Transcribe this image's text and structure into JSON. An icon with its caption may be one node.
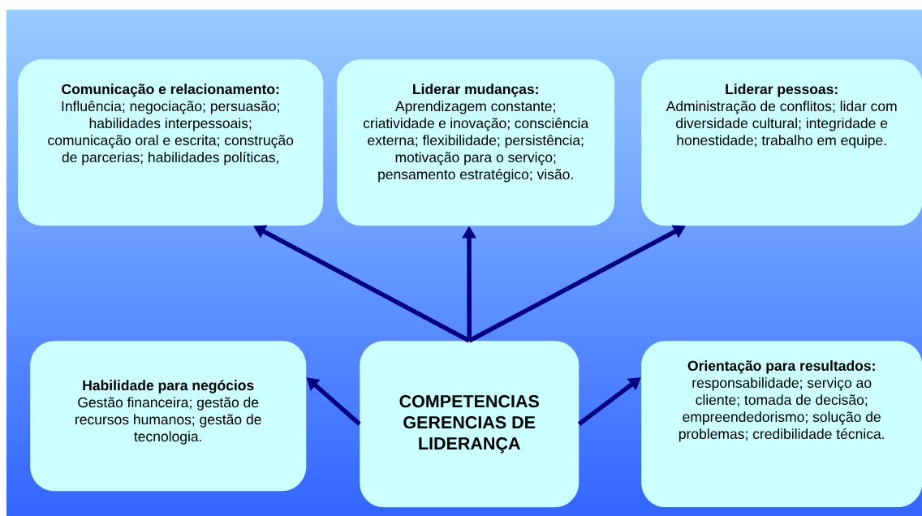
{
  "diagram": {
    "nodes": [
      {
        "text": [
          "Comunicação e relacionamento:",
          "Influência; negociação; persuasão; habilidades interpessoais; comunicação oral e escrita; construção de parcerias; habilidades políticas,"
        ]
      },
      {
        "text": [
          "Liderar mudanças:",
          "Aprendizagem constante; criatividade e inovação; consciência externa; flexibilidade; persistência; motivação para o serviço; pensamento estratégico; visão."
        ]
      },
      {
        "text": [
          "Liderar pessoas:",
          "Administração de conflitos; lidar com diversidade cultural; integridade e honestidade; trabalho em equipe."
        ]
      },
      {
        "text": [
          "Habilidade para negócios",
          "Gestão financeira; gestão de recursos humanos; gestão de tecnologia."
        ]
      },
      {
        "text": [
          "COMPETENCIAS GERENCIAS DE LIDERANÇA"
        ]
      },
      {
        "text": [
          "Orientação para resultados:",
          "responsabilidade; serviço ao cliente; tomada de decisão; empreendedorismo; solução de problemas; credibilidade técnica."
        ]
      }
    ],
    "edges": [
      {
        "from": 4,
        "to": 0,
        "arrow": "to"
      },
      {
        "from": 4,
        "to": 1,
        "arrow": "to"
      },
      {
        "from": 4,
        "to": 2,
        "arrow": "to"
      },
      {
        "from": 4,
        "to": 3,
        "arrow": "to"
      },
      {
        "from": 4,
        "to": 5,
        "arrow": "to"
      }
    ]
  }
}
